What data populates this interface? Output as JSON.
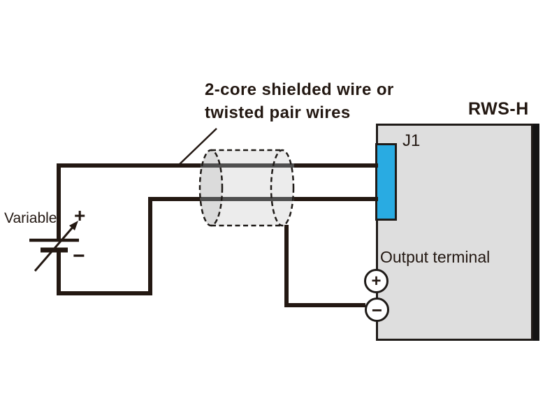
{
  "colors": {
    "ink": "#231812",
    "wire": "#231812",
    "wire_in_tube": "#4f4f4f",
    "connector_blue": "#29abe2",
    "box_fill": "#dedede",
    "box_shadow": "#141414",
    "tube_fill": "#ececec",
    "tube_mouth": "#dbdbdb",
    "dash_stroke": "#1f1b18"
  },
  "cable_label": {
    "line1": "2-core shielded wire or",
    "line2": "twisted pair wires"
  },
  "power_supply": {
    "unit_label": "RWS-H",
    "connector_label": "J1",
    "output_terminal_label": "Output terminal",
    "terminal_plus": "+",
    "terminal_minus": "−"
  },
  "voltage_source": {
    "label": "Variable",
    "plus": "+",
    "minus": "−"
  }
}
